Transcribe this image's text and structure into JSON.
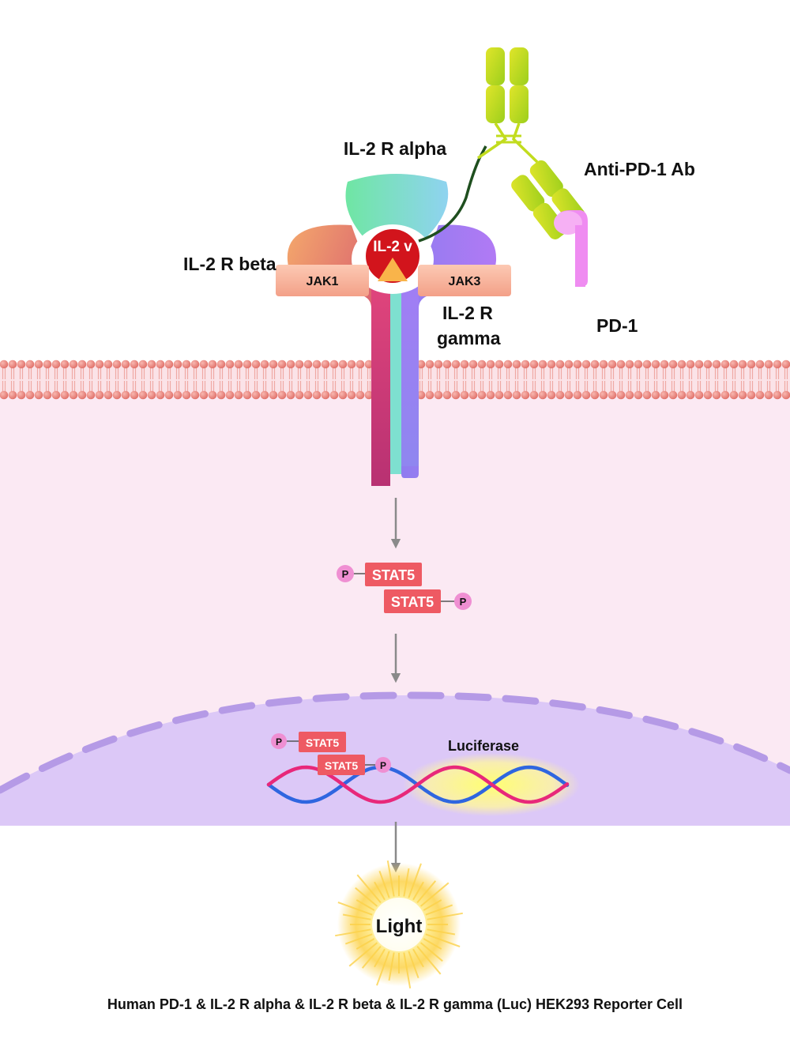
{
  "labels": {
    "il2r_alpha": "IL-2 R alpha",
    "il2r_beta": "IL-2 R beta",
    "il2r_gamma_line1": "IL-2 R",
    "il2r_gamma_line2": "gamma",
    "anti_pd1": "Anti-PD-1 Ab",
    "pd1": "PD-1",
    "il2v": "IL-2 v",
    "jak1": "JAK1",
    "jak3": "JAK3",
    "stat5_a": "STAT5",
    "stat5_b": "STAT5",
    "stat5_c": "STAT5",
    "stat5_d": "STAT5",
    "phospho": "P",
    "luciferase": "Luciferase",
    "light": "Light",
    "caption": "Human PD-1 & IL-2 R alpha & IL-2 R beta & IL-2 R gamma (Luc) HEK293 Reporter Cell"
  },
  "colors": {
    "cytoplasm": "#fbe9f3",
    "membrane_head": "#ee8d86",
    "nucleus": "#dcc8f7",
    "nuclear_envelope": "#b59ae6",
    "stat5": "#ee5a63",
    "phospho": "#ef8fd2",
    "jak": "#f7b49c",
    "pd1": "#ef8cf1",
    "antibody": "#c2dc1e",
    "il2v": "#d2141c",
    "dna_pink": "#e8287a",
    "dna_blue": "#2f66e0",
    "arrow": "#8a8a8a"
  }
}
